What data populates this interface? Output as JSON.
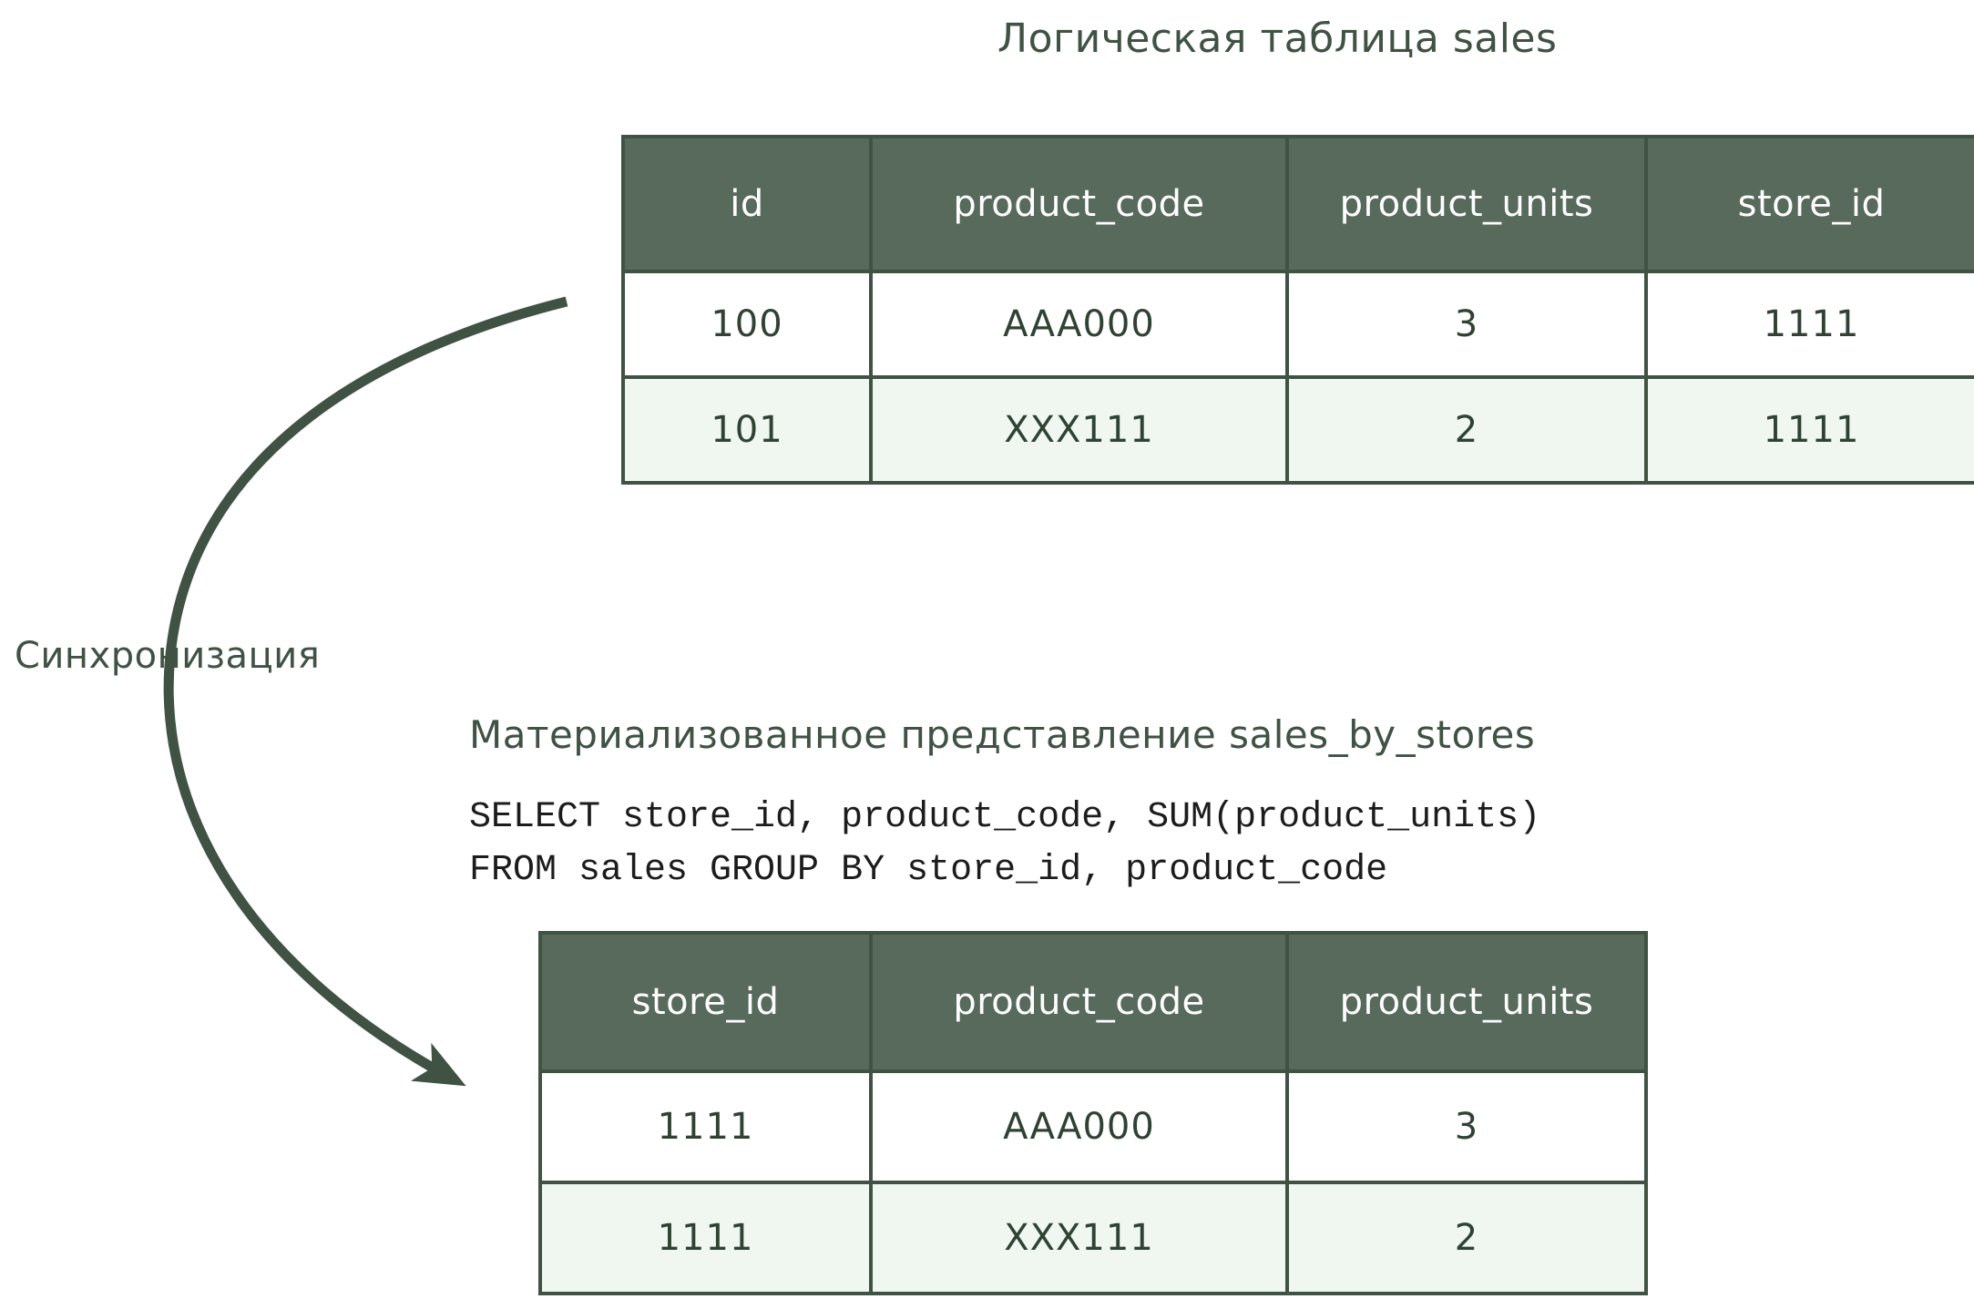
{
  "colors": {
    "ink": "#3f5243",
    "header_fill": "#576a5c",
    "header_text": "#ffffff",
    "cell_text": "#2f4233",
    "row_alt_fill": "#eff7f0",
    "sql_text": "#1c1c1c",
    "background": "#ffffff"
  },
  "sync_label": "Синхронизация",
  "logical_table": {
    "title": "Логическая таблица sales",
    "columns": [
      "id",
      "product_code",
      "product_units",
      "store_id"
    ],
    "rows": [
      [
        "100",
        "AAA000",
        "3",
        "1111"
      ],
      [
        "101",
        "XXX111",
        "2",
        "1111"
      ]
    ]
  },
  "materialized_view": {
    "title": "Материализованное представление sales_by_stores",
    "sql_line_1": "SELECT store_id, product_code, SUM(product_units)",
    "sql_line_2": "FROM sales GROUP BY store_id, product_code",
    "columns": [
      "store_id",
      "product_code",
      "product_units"
    ],
    "rows": [
      [
        "1111",
        "AAA000",
        "3"
      ],
      [
        "1111",
        "XXX111",
        "2"
      ]
    ]
  },
  "arrow": {
    "name": "sync-arrow",
    "description": "curved arrow from logical table down to materialized view table"
  }
}
